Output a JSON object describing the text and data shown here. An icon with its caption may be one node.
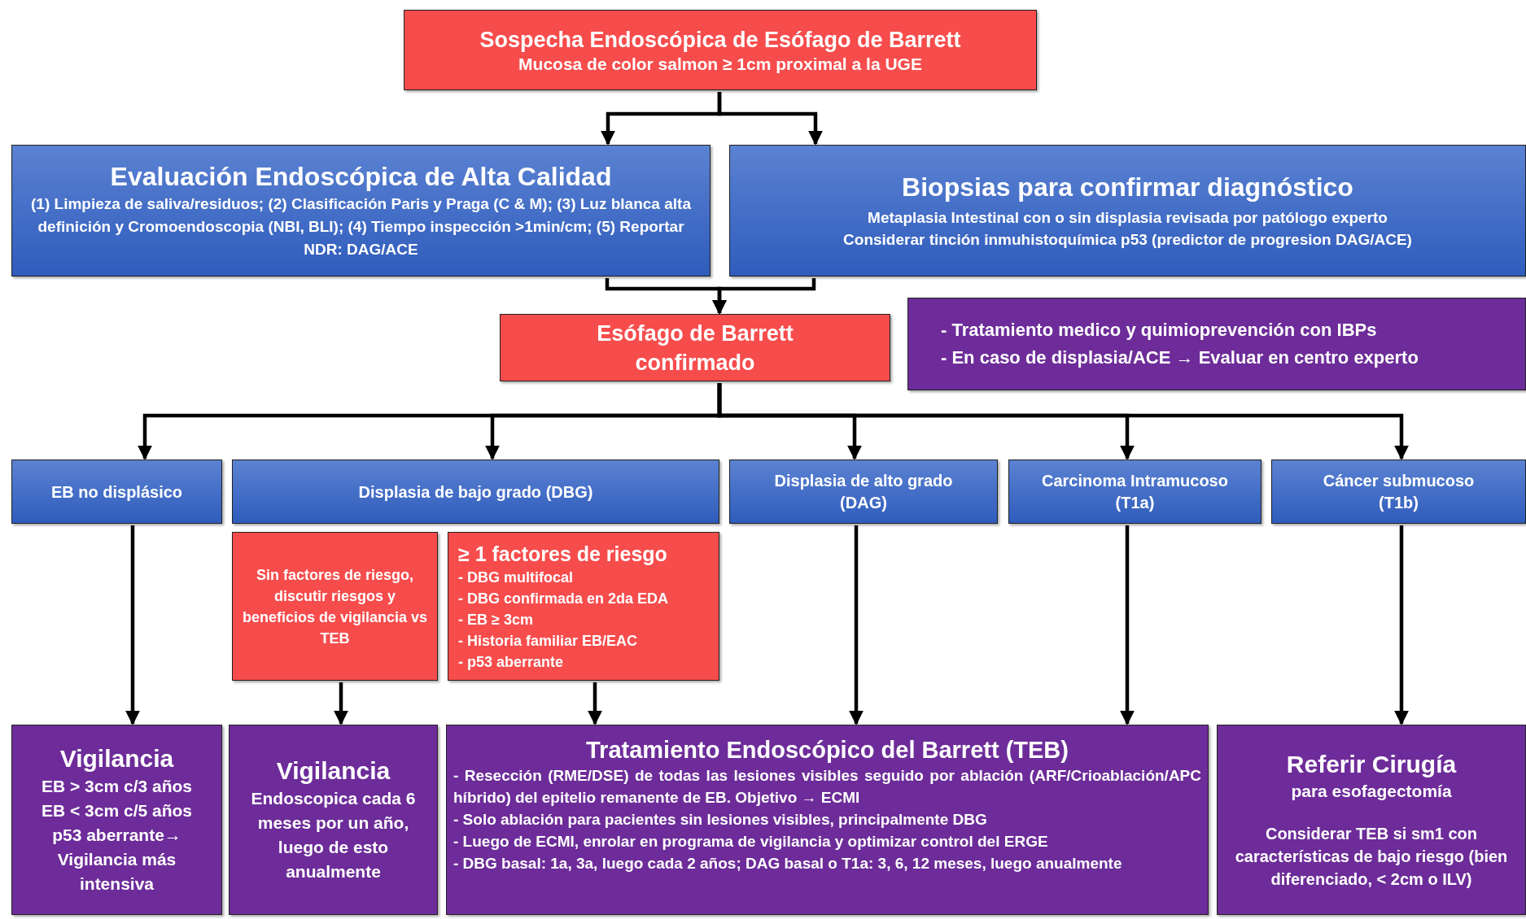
{
  "diagram": {
    "nodes": [
      {
        "text": [
          "Sospecha Endoscópica de Esófago de Barrett",
          "Mucosa de color salmon ≥ 1cm proximal a la UGE"
        ]
      },
      {
        "text": [
          "Evaluación Endoscópica de Alta Calidad",
          "(1) Limpieza de saliva/residuos; (2) Clasificación Paris y Praga (C & M); (3) Luz blanca alta definición y Cromoendoscopia (NBI, BLI); (4) Tiempo inspección >1min/cm; (5) Reportar NDR: DAG/ACE"
        ]
      },
      {
        "text": [
          "Biopsias para confirmar diagnóstico",
          "Metaplasia Intestinal con o sin displasia revisada por patólogo experto",
          "Considerar tinción inmuhistoquímica p53 (predictor de progresion DAG/ACE)"
        ]
      },
      {
        "text": [
          "Esófago de Barrett confirmado"
        ]
      },
      {
        "text": [
          "- Tratamiento medico y quimioprevención con IBPs",
          "- En caso de displasia/ACE → Evaluar en centro experto"
        ]
      },
      {
        "text": [
          "EB no displásico"
        ]
      },
      {
        "text": [
          "Displasia de bajo grado (DBG)"
        ]
      },
      {
        "text": [
          "Displasia de alto grado (DAG)"
        ]
      },
      {
        "text": [
          "Carcinoma Intramucoso (T1a)"
        ]
      },
      {
        "text": [
          "Cáncer submucoso (T1b)"
        ]
      },
      {
        "text": [
          "Sin factores de riesgo, discutir riesgos y beneficios de vigilancia vs TEB"
        ]
      },
      {
        "text": [
          "≥ 1 factores de riesgo",
          "- DBG multifocal",
          "- DBG confirmada en 2da EDA",
          "- EB ≥ 3cm",
          "- Historia familiar EB/EAC",
          "- p53 aberrante"
        ]
      },
      {
        "text": [
          "Vigilancia",
          "EB > 3cm c/3 años",
          "EB < 3cm c/5 años",
          "p53 aberrante→ Vigilancia más intensiva"
        ]
      },
      {
        "text": [
          "Vigilancia",
          "Endoscopica cada 6 meses por un año, luego de esto anualmente"
        ]
      },
      {
        "text": [
          "Tratamiento Endoscópico del Barrett (TEB)",
          "- Resección (RME/DSE) de todas las lesiones visibles seguido por ablación (ARF/Crioablación/APC híbrido) del epitelio remanente de EB. Objetivo → ECMI",
          "- Solo ablación para pacientes sin lesiones visibles, principalmente DBG",
          "- Luego de ECMI, enrolar en programa de vigilancia y optimizar control del ERGE",
          "- DBG basal: 1a, 3a, luego cada 2 años; DAG basal o T1a: 3, 6, 12 meses, luego anualmente"
        ]
      },
      {
        "text": [
          "Referir Cirugía",
          "para esofagectomía",
          "Considerar TEB si sm1 con características de bajo riesgo (bien diferenciado, < 2cm o ILV)"
        ]
      }
    ],
    "edges": [
      {
        "from": 0,
        "to": 1,
        "arrow": "to"
      },
      {
        "from": 0,
        "to": 2,
        "arrow": "to"
      },
      {
        "from": 1,
        "to": 3,
        "arrow": "to"
      },
      {
        "from": 2,
        "to": 3,
        "arrow": "to"
      },
      {
        "from": 3,
        "to": 5,
        "arrow": "to"
      },
      {
        "from": 3,
        "to": 6,
        "arrow": "to"
      },
      {
        "from": 3,
        "to": 7,
        "arrow": "to"
      },
      {
        "from": 3,
        "to": 8,
        "arrow": "to"
      },
      {
        "from": 3,
        "to": 9,
        "arrow": "to"
      },
      {
        "from": 5,
        "to": 12,
        "arrow": "to"
      },
      {
        "from": 10,
        "to": 13,
        "arrow": "to"
      },
      {
        "from": 11,
        "to": 14,
        "arrow": "to"
      },
      {
        "from": 7,
        "to": 14,
        "arrow": "to"
      },
      {
        "from": 8,
        "to": 14,
        "arrow": "to"
      },
      {
        "from": 9,
        "to": 15,
        "arrow": "to"
      }
    ]
  }
}
